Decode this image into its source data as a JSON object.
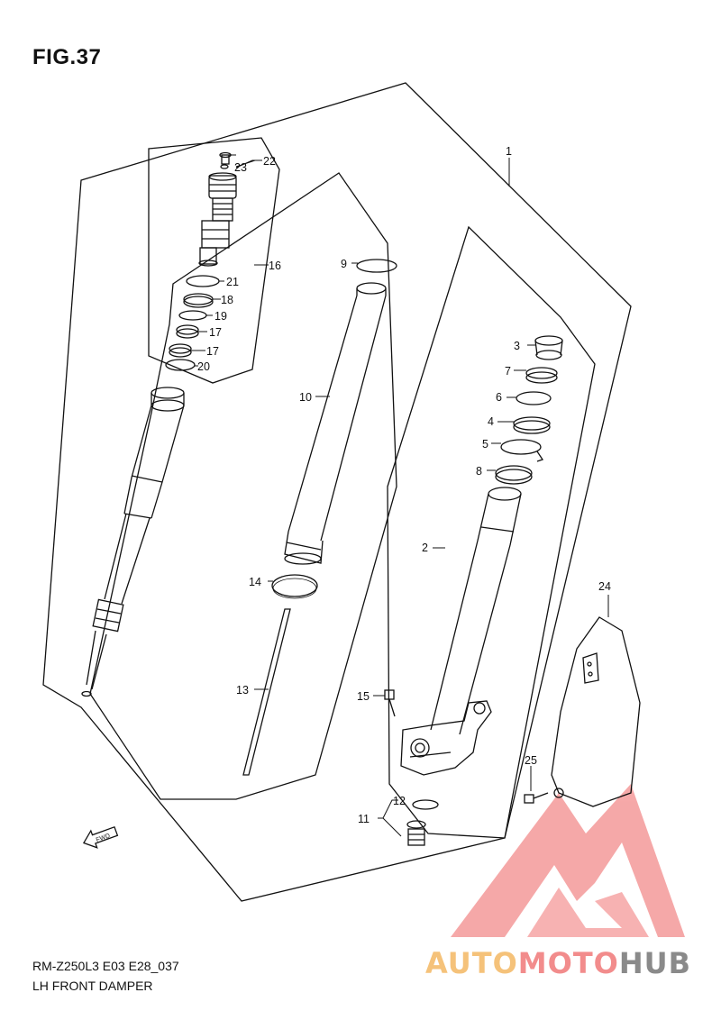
{
  "figure": {
    "title": "FIG.37",
    "code": "RM-Z250L3 E03 E28_037",
    "name": "LH FRONT DAMPER"
  },
  "fwd_label": "FWD",
  "callouts": {
    "c1": "1",
    "c2": "2",
    "c3": "3",
    "c4": "4",
    "c5": "5",
    "c6": "6",
    "c7": "7",
    "c8": "8",
    "c9": "9",
    "c10": "10",
    "c11": "11",
    "c12": "12",
    "c13": "13",
    "c14": "14",
    "c15": "15",
    "c16": "16",
    "c17a": "17",
    "c17b": "17",
    "c18": "18",
    "c19": "19",
    "c20": "20",
    "c21": "21",
    "c22": "22",
    "c23": "23",
    "c24": "24",
    "c25": "25"
  },
  "watermark": {
    "part1": "AUTO",
    "part2": "MOTO",
    "part3": "HUB",
    "colors": {
      "gold": "#f5c27a",
      "red": "#f28c8c",
      "gray": "#8a8a8a"
    }
  }
}
